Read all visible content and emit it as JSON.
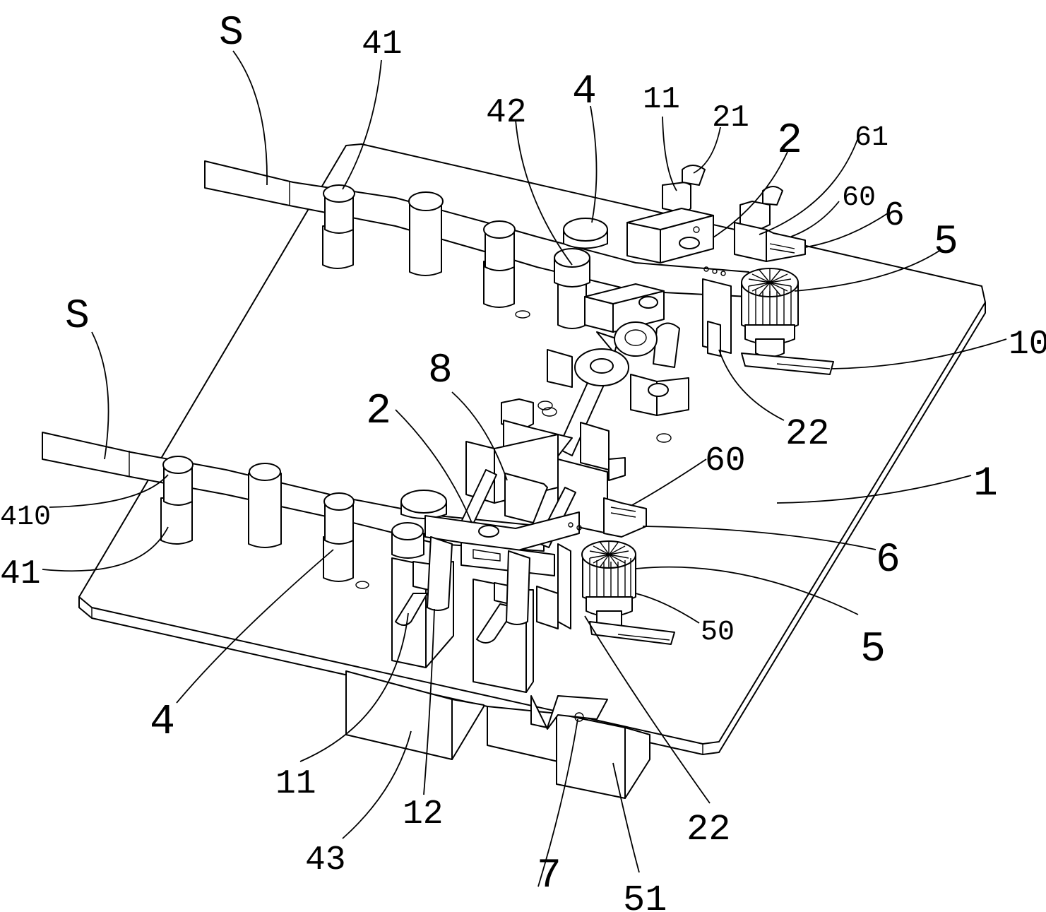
{
  "figure": {
    "labels": {
      "s_top": "S",
      "s_left": "S",
      "l41_top": "41",
      "l42": "42",
      "l4_top": "4",
      "l11_top": "11",
      "l21": "21",
      "l2_top": "2",
      "l61": "61",
      "l60_top": "60",
      "l6_top": "6",
      "l5_top": "5",
      "l10": "10",
      "l22_top": "22",
      "l8": "8",
      "l2_mid": "2",
      "l60_mid": "60",
      "l1": "1",
      "l410": "410",
      "l41_left": "41",
      "l6_mid": "6",
      "l50": "50",
      "l5_bottom": "5",
      "l4_bottom": "4",
      "l11_bottom": "11",
      "l12": "12",
      "l43": "43",
      "l7": "7",
      "l51": "51",
      "l22_bottom": "22"
    }
  }
}
